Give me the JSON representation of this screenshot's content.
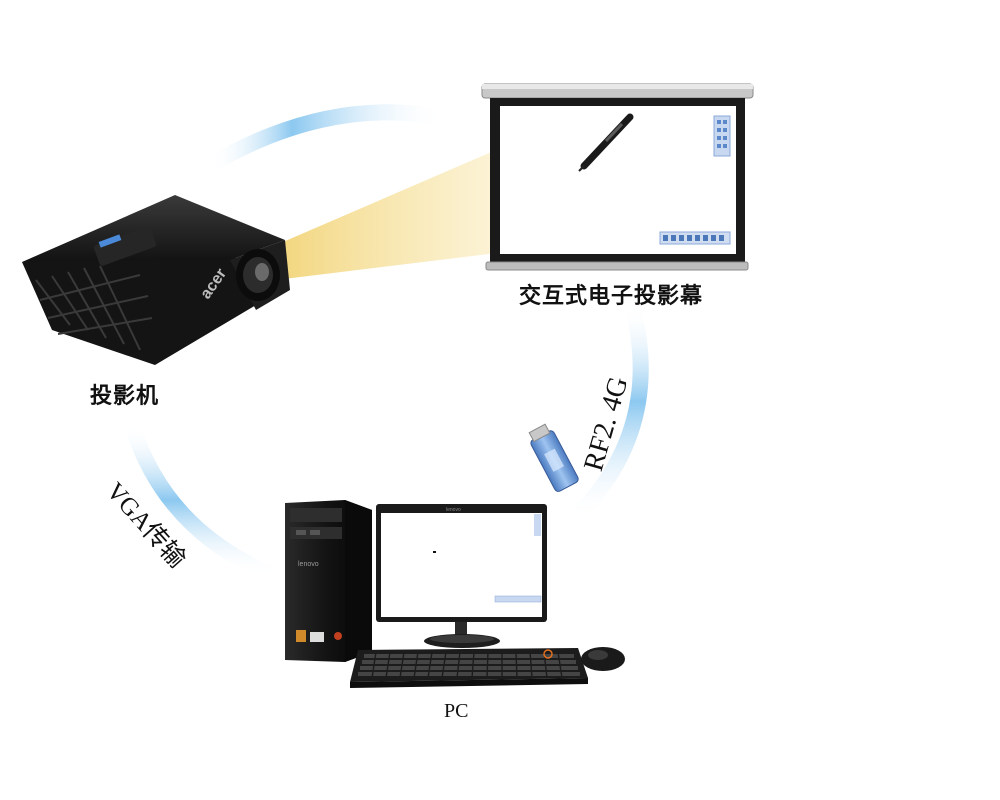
{
  "labels": {
    "projector": "投影机",
    "screen": "交互式电子投影幕",
    "pc": "PC",
    "vga": "VGA传输",
    "rf": "RF2. 4G"
  },
  "logos": {
    "projector_brand": "acer",
    "monitor_brand": "lenovo",
    "tower_brand": "lenovo"
  },
  "colors": {
    "arc": "#8cc8f0",
    "projector_body": "#1a1a1a",
    "beam": "#f5dc8a",
    "dongle": "#6a9ad8"
  }
}
